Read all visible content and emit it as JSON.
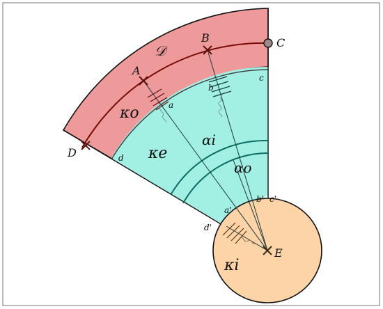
{
  "colors": {
    "border": "#8a8a8a",
    "outer_band_fill": "#ef9a9a",
    "inner_band_fill": "#a2efe4",
    "disk_fill": "#fdd3a8",
    "outline": "#111111",
    "dark_red_arc": "#7a0b0b",
    "teal_arc": "#0c6b62",
    "point_C_fill": "#9c8a8a"
  },
  "labels": {
    "A": "A",
    "B": "B",
    "C": "C",
    "D": "D",
    "E": "E",
    "D_script": "𝒟",
    "a": "a",
    "b": "b",
    "c": "c",
    "d": "d",
    "a_prime": "a'",
    "b_prime": "b'",
    "c_prime": "c'",
    "d_prime": "d'",
    "kappa_o": "κo",
    "kappa_e": "κe",
    "kappa_i": "κi",
    "alpha_i": "αi",
    "alpha_o": "αo"
  }
}
